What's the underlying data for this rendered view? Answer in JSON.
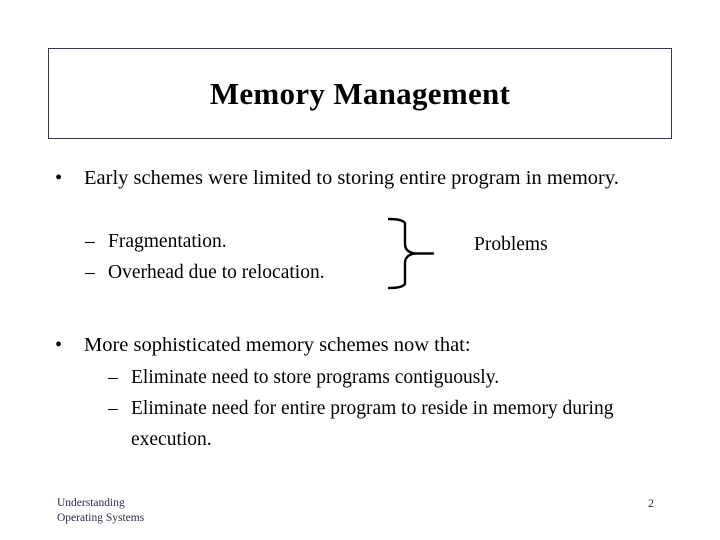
{
  "slide": {
    "title": "Memory Management",
    "page_number": "2",
    "border_color": "#3a3552",
    "text_color": "#000000",
    "footer_color": "#2f2a4d",
    "background_color": "#ffffff"
  },
  "content": {
    "groups": [
      {
        "bullet_marker": "•",
        "text": "Early schemes were limited to storing entire program in memory.",
        "sub_marker": "–",
        "sub_items": [
          "Fragmentation.",
          "Overhead due to relocation."
        ],
        "annotation": "Problems"
      },
      {
        "bullet_marker": "•",
        "text": "More sophisticated memory schemes now that:",
        "sub_marker": "–",
        "sub_items": [
          "Eliminate need to store programs contiguously.",
          "Eliminate need for entire program to reside in memory during execution."
        ]
      }
    ]
  },
  "footer": {
    "line1": "Understanding",
    "line2": "Operating Systems"
  }
}
